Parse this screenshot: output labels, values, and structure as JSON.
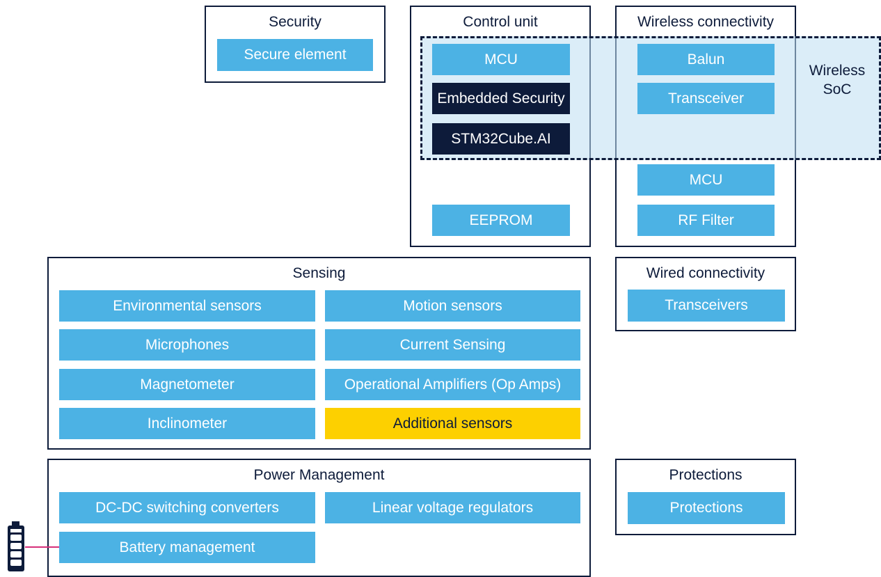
{
  "security": {
    "title": "Security",
    "items": [
      "Secure element"
    ]
  },
  "control_unit": {
    "title": "Control unit",
    "items": [
      "MCU",
      "Embedded Security",
      "STM32Cube.AI",
      "EEPROM"
    ]
  },
  "wireless": {
    "title": "Wireless  connectivity",
    "items": [
      "Balun",
      "Transceiver",
      "MCU",
      "RF Filter"
    ]
  },
  "wireless_soc": {
    "line1": "Wireless",
    "line2": "SoC"
  },
  "sensing": {
    "title": "Sensing",
    "items": [
      "Environmental sensors",
      "Motion sensors",
      "Microphones",
      "Current Sensing",
      "Magnetometer",
      "Operational Amplifiers (Op Amps)",
      "Inclinometer",
      "Additional sensors"
    ]
  },
  "wired": {
    "title": "Wired connectivity",
    "items": [
      "Transceivers"
    ]
  },
  "power": {
    "title": "Power Management",
    "items": [
      "DC-DC switching converters",
      "Linear voltage regulators",
      "Battery management"
    ]
  },
  "protections": {
    "title": "Protections",
    "items": [
      "Protections"
    ]
  },
  "colors": {
    "block": "#4cb2e4",
    "dark": "#0d1b3a",
    "highlight": "#fdd000",
    "soc": "#bedff3",
    "wire": "#d6307a"
  },
  "icons": {
    "battery": "battery-icon"
  }
}
